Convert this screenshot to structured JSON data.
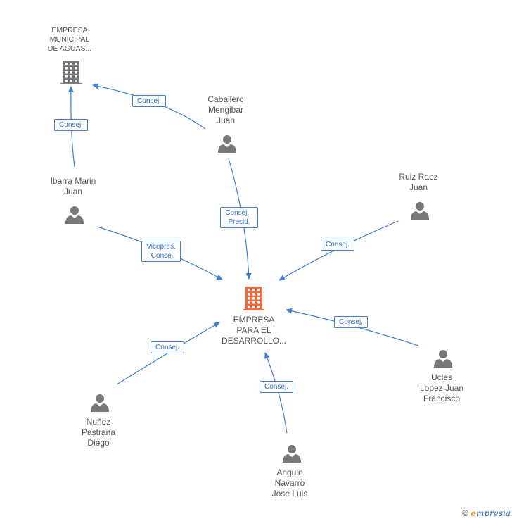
{
  "colors": {
    "edge": "#3d7fd6",
    "person": "#777777",
    "company_main": "#f06a3c",
    "company_other": "#777777"
  },
  "nodes": [
    {
      "id": "main",
      "kind": "company-main",
      "label": "EMPRESA\nPARA EL\nDESARROLLO..."
    },
    {
      "id": "aguas",
      "kind": "company",
      "label": "EMPRESA\nMUNICIPAL\nDE AGUAS..."
    },
    {
      "id": "caballero",
      "kind": "person",
      "label": "Caballero\nMengibar\nJuan"
    },
    {
      "id": "ibarra",
      "kind": "person",
      "label": "Ibarra Marin\nJuan"
    },
    {
      "id": "ruiz",
      "kind": "person",
      "label": "Ruiz Raez\nJuan"
    },
    {
      "id": "ucles",
      "kind": "person",
      "label": "Ucles\nLopez Juan\nFrancisco"
    },
    {
      "id": "nunez",
      "kind": "person",
      "label": "Nuñez\nPastrana\nDiego"
    },
    {
      "id": "angulo",
      "kind": "person",
      "label": "Angulo\nNavarro\nJose Luis"
    }
  ],
  "edges": [
    {
      "from": "caballero",
      "to": "aguas",
      "label": "Consej."
    },
    {
      "from": "ibarra",
      "to": "aguas",
      "label": "Consej."
    },
    {
      "from": "caballero",
      "to": "main",
      "label": "Consej. ,\nPresid."
    },
    {
      "from": "ibarra",
      "to": "main",
      "label": "Vicepres.\n, Consej."
    },
    {
      "from": "ruiz",
      "to": "main",
      "label": "Consej."
    },
    {
      "from": "ucles",
      "to": "main",
      "label": "Consej."
    },
    {
      "from": "nunez",
      "to": "main",
      "label": "Consej."
    },
    {
      "from": "angulo",
      "to": "main",
      "label": "Consej."
    }
  ],
  "footer": {
    "copyright_symbol": "©",
    "brand_initial": "e",
    "brand_rest": "mpresia"
  }
}
